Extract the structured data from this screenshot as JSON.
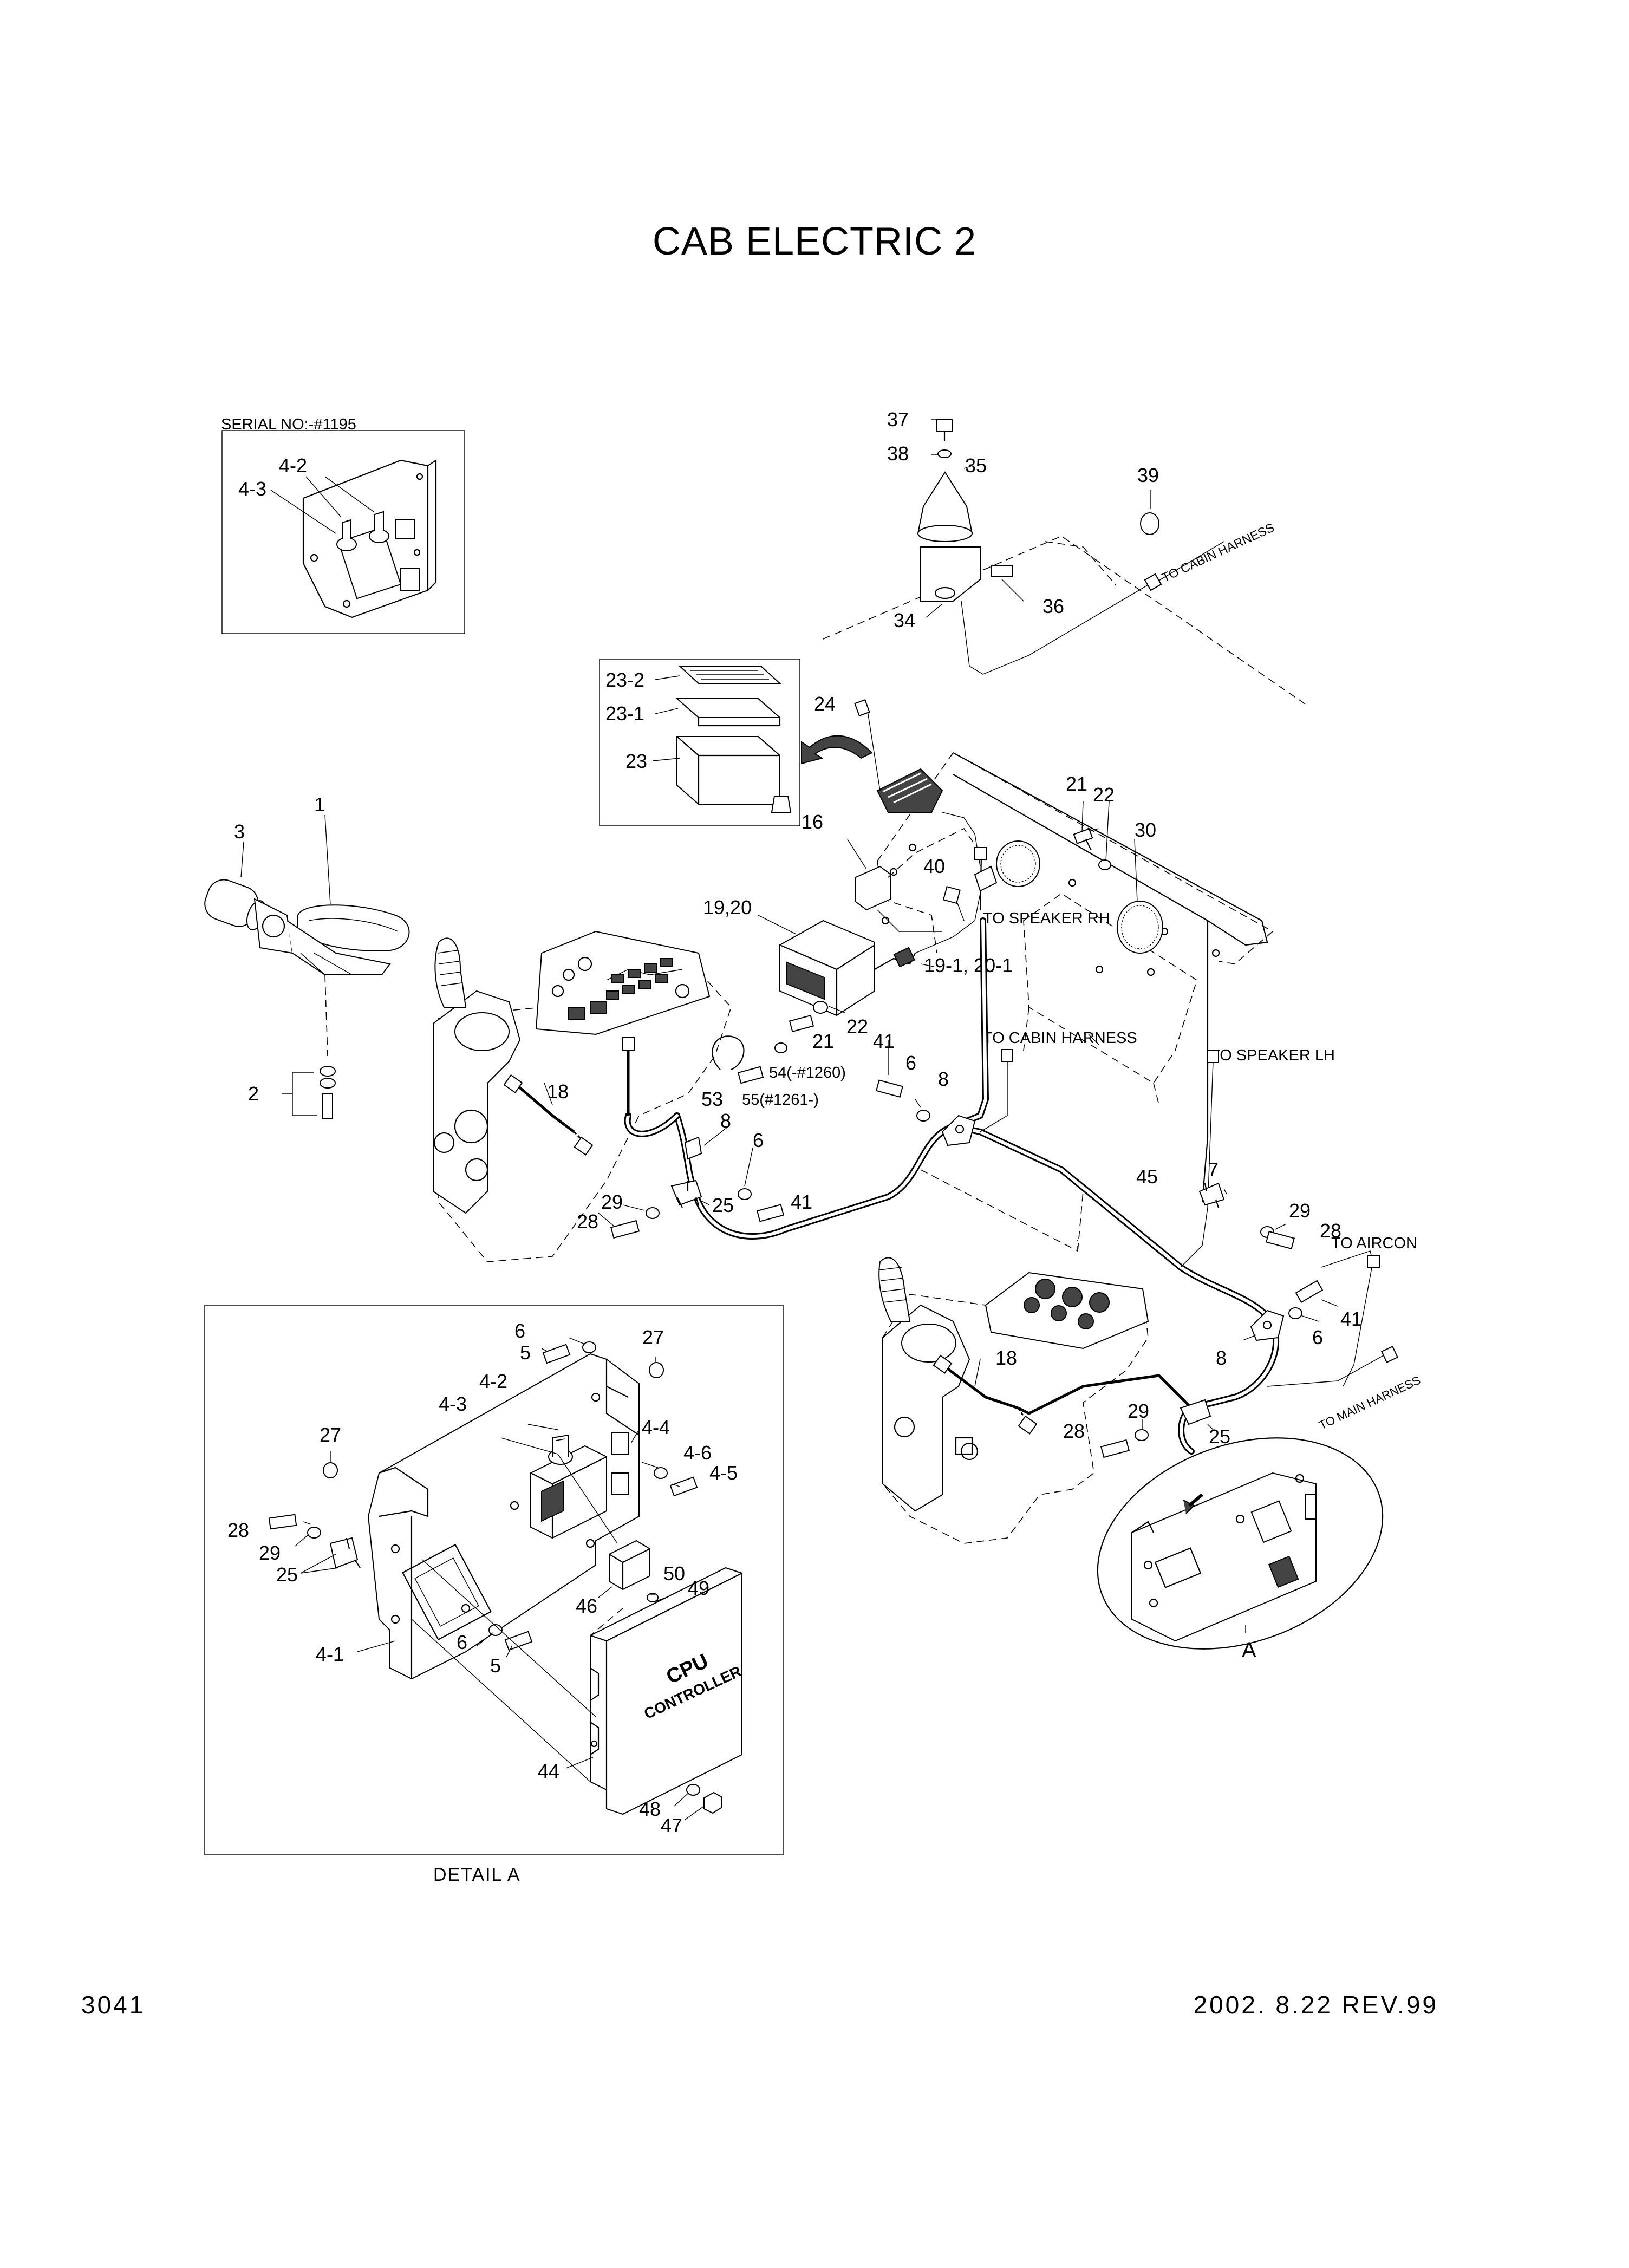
{
  "title": "CAB ELECTRIC 2",
  "page_number": "3041",
  "revision": "2002. 8.22  REV.99",
  "serial_note": "SERIAL NO:-#1195",
  "detail_caption": "DETAIL  A",
  "detail_marker": "A",
  "controller_text": {
    "line1": "CPU",
    "line2": "CONTROLLER"
  },
  "routing_notes": {
    "cabin_harness_top": "TO CABIN HARNESS",
    "speaker_rh": "TO SPEAKER RH",
    "cabin_harness_mid": "TO CABIN HARNESS",
    "speaker_lh": "TO SPEAKER LH",
    "aircon": "TO AIRCON",
    "main_harness": "TO MAIN HARNESS"
  },
  "callouts": {
    "c37": "37",
    "c38": "38",
    "c35": "35",
    "c39": "39",
    "c34": "34",
    "c36": "36",
    "c23_2": "23-2",
    "c23_1": "23-1",
    "c23": "23",
    "c24": "24",
    "c21a": "21",
    "c22a": "22",
    "c30": "30",
    "c40": "40",
    "c1": "1",
    "c3": "3",
    "c2": "2",
    "c16": "16",
    "c19_20": "19,20",
    "c19_1_20_1": "19-1, 20-1",
    "c22b": "22",
    "c21b": "21",
    "c41a": "41",
    "c6a": "6",
    "c8a": "8",
    "c54": "54(-#1260)",
    "c55": "55(#1261-)",
    "c53": "53",
    "c18a": "18",
    "c8b": "8",
    "c6b": "6",
    "c41b": "41",
    "c29a": "29",
    "c28a": "28",
    "c25a": "25",
    "c45": "45",
    "c7": "7",
    "c29b": "29",
    "c28b": "28",
    "c41c": "41",
    "c6c": "6",
    "c8c": "8",
    "c18b": "18",
    "c29c": "29",
    "c28c": "28",
    "c25b": "25",
    "s4_2": "4-2",
    "s4_3": "4-3",
    "d6a": "6",
    "d27a": "27",
    "d5a": "5",
    "d4_2": "4-2",
    "d4_3": "4-3",
    "d27b": "27",
    "d4_4": "4-4",
    "d4_6": "4-6",
    "d4_5": "4-5",
    "d28": "28",
    "d29": "29",
    "d25": "25",
    "d50": "50",
    "d49": "49",
    "d46": "46",
    "d6b": "6",
    "d5b": "5",
    "d4_1": "4-1",
    "d44": "44",
    "d48": "48",
    "d47": "47"
  }
}
